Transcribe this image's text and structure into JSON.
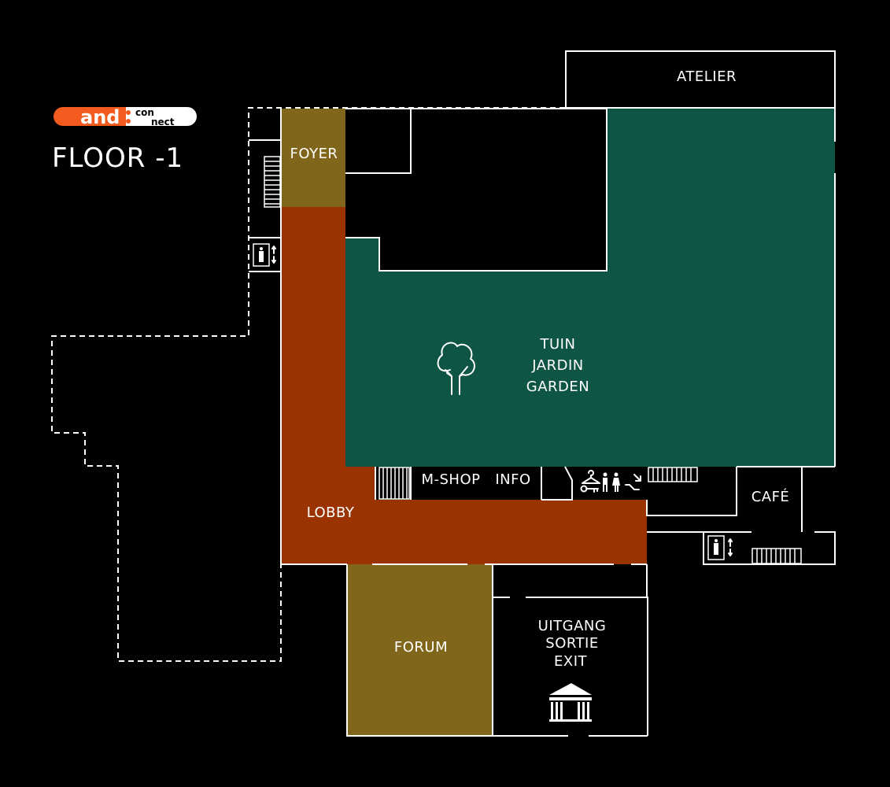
{
  "header": {
    "logo": {
      "brand": "and",
      "suffix_top": "con",
      "suffix_bottom": "nect"
    },
    "floor_label": "FLOOR -1"
  },
  "colors": {
    "background": "#000000",
    "lobby": "#9a3300",
    "foyer_forum": "#80661b",
    "garden": "#0e5545",
    "logo_orange": "#f25a1e",
    "walls": "#ffffff"
  },
  "rooms": {
    "atelier": "ATELIER",
    "foyer": "FOYER",
    "lobby": "LOBBY",
    "forum": "FORUM",
    "m_shop": "M-SHOP",
    "info": "INFO",
    "cafe": "CAFÉ",
    "garden": [
      "TUIN",
      "JARDIN",
      "GARDEN"
    ],
    "exit": [
      "UITGANG",
      "SORTIE",
      "EXIT"
    ]
  },
  "icons": {
    "tree": "tree-icon",
    "elevator": "elevator-icon",
    "stairs": "stairs-icon",
    "cloakroom": "cloakroom-icon",
    "lockers": "key-icon",
    "toilets": "toilet-icon",
    "escalator": "escalator-icon",
    "museum": "museum-icon"
  }
}
